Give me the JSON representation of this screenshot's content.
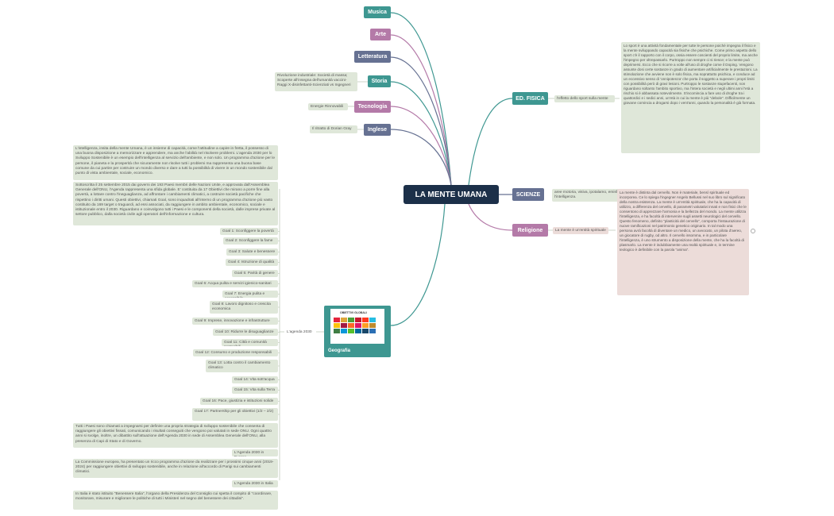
{
  "central": {
    "title": "LA MENTE UMANA"
  },
  "topics": {
    "musica": "Musica",
    "arte": "Arte",
    "letteratura": "Letteratura",
    "storia": "Storia",
    "tecnologia": "Tecnologia",
    "inglese": "Inglese",
    "edfisica": "ED. FISICA",
    "scienze": "SCIENZE",
    "religione": "Religione",
    "geografia": "Geografia"
  },
  "subs": {
    "storia": "Rivoluzione industriale: Società di massa; Scoperte all'insegna dell'umanità vaccini-Raggi X-disinfettanti-Scienziati vs Ingegneri",
    "tecnologia": "Energie Rinnovabili",
    "inglese": "Il ritratto di Dorian Gray",
    "edfisica_label": "l'effetto dello sport sulla mente",
    "edfisica_text": "Lo sport è una attività fondamentale per tutte le persone poiché impegna il fisico e la mente sviluppando capacità sia fisiche che psichiche. Come primo aspetto dello sport c'è il rapporto con il corpo, ossia essere coscienti del proprio limite, ma anche l'impegno per oltrepassarlo. Purtroppo non sempre ci si riesce; e la mente può deprimersi. Ecco che si ricorre a volte all'uso di droghe come il Doping. Vengono assunte dosi certe sostanze in grado di aumentare artificialmente le prestazioni. La stimolazione che avviene non è solo fisica, ma soprattutto psichica, e conduce ad un eccessivo senso di 'onnipotenza' che porta il soggetto a superare i propri limiti con possibilità però di gravi lesioni. Purtroppo le sostanze stupefacenti, non riguardano soltanto l'ambito sportivo, ma l'intera società e negli ultimi anni l'età a rischio si è abbassata notevolmente. S'incomincia a fare uso di droghe tra i quattordici e i sedici anni, un'età in cui la mente è più \"debole\". Difficilmente un giovane comincia a drogarsi dopo i vent'anni, quando la personalità è già formata.",
    "scienze": "aree motoria, visiva, ipotalamo, emisferi, l'intelligenza.",
    "religione_label": "La mente è un'entità spirituale",
    "religione_text": "La mente è distinta dal cervello. Non è materiale, bensì spirituale ed incorporea. Ce lo spiega l'ingegner Angelo Bellussi nel suo libro sul significato della nostra esistenza. La mente è un'entità spirituale, che ha la capacità di utilizzo, a differenza del cervello, di parametri valutativi innati e non fisici che le consentono di apprezzare l'armonia e la bellezza del mondo. La mente utilizza l'intelligenza, e ha facoltà di intervenire sugli assetti neurologici del cervello. Questo fenomeno, definito \"plasticità del cervello\", comporta l'instaurazione di nuove ramificazioni nel patrimonio genetico originario. In tal modo una persona avrà facoltà di diventare un medico, un avvocato, un pilota d'aereo, un giocatore di rugby, od altro. Il cervello insomma, e in particolare l'intelligenza, è uno strumento a disposizione della mente, che ha la facoltà di plasmarlo. La mente è indubbiamente una realtà spirituale e, in termine teologico è definibile con la parola \"anima\".",
    "intro1": "L'intelligenza, insita della mente Umana, è un insieme di capacità, come l'attitudine a capire in fretta, il possesso di una buona disposizione a memorizzare e apprendere, ma anche l'abilità nel risolvere problemi. L'agenda 2030 per lo Sviluppo Sostenibile è un esempio dell'intelligenza al servizio dell'ambiente, e non solo. Un programma d'azione per le persone, il pianeta e la prosperità che sicuramente non risolve tutti i problemi ma rappresenta una buona base comune da cui partire per costruire un mondo diverso e dare a tutti la possibilità di vivere in un mondo sostenibile dal punto di vista ambientale, sociale, economico.",
    "intro2": "Sottoscritta il 25 settembre 2015 dai governi dei 193 Paesi membri delle Nazioni Unite, e approvata dall'Assemblea Generale dell'ONU, l'Agenda rappresenta una sfida globale. E' costituita da 17 Obiettivi che mirano a porre fine alla povertà, a lottare contro l'ineguaglianza, ad affrontare i cambiamenti climatici, a costruire società pacifiche che rispettino i diritti umani. Questi obiettivi, chiamati Goal, sono inquadrati all'interno di un programma d'azione più vasto costituito da 169 target o traguardi, ad essi associati, da raggiungere in ambito ambientale, economico, sociale e istituzionale entro il 2030. Riguardano e coinvolgono tutti i Paesi e le componenti della società, dalle imprese private al settore pubblico, dalla società civile agli operatori dell'informazione e cultura.",
    "agenda": "L'agenda 2030",
    "goals": [
      "Goal 1: Sconfiggere la povertà",
      "Goal 2: Sconfiggere la fame",
      "Goal 3: Salute e benessere",
      "Goal 4: Istruzione di qualità",
      "Goal 5: Parità di genere",
      "Goal 6: Acqua pulita e servizi igienico-sanitari",
      "Goal 7: Energia pulita e accessibile",
      "Goal 8: Lavoro dignitoso e crescita economica",
      "Goal 9: Imprese, innovazione e infrastrutture",
      "Goal 10: Ridurre le disuguaglianze",
      "Goal 11: Città e comunità sostenibili",
      "Goal 12: Consumo e produzione responsabili",
      "Goal 13: Lotta contro il cambiamento climatico",
      "Goal 14: Vita sott'acqua",
      "Goal 15: Vita sulla Terra",
      "Goal 16: Pace, giustizia e istituzioni solide",
      "Goal 17: Partnership per gli obiettivi (1/2 – 2/2)"
    ],
    "europa_text": "Tutti i Paesi sono chiamati a impegnarsi per definire una propria strategia di sviluppo sostenibile che consenta di raggiungere gli obiettivi fissati, comunicando i risultati conseguiti che vengono poi valutati in sede ONU. Ogni quattro anni si svolge, inoltre, un dibattito sull'attuazione dell'Agenda 2030 in sede di Assemblea Generale dell'ONU, alla presenza di Capi di Stato e di Governo.",
    "europa_label": "L'Agenda 2030 in Europa",
    "italia_text": "La Commissione europea, ha presentato un ricco programma d'azione da realizzare per i prossimi cinque anni (2019-2024) per raggiungere obiettivi di sviluppo sostenibile, anche in relazione all'accordo di Parigi sui cambiamenti climatici.",
    "italia_label": "L'Agenda 2030 in Italia",
    "benessere": "In Italia è stato istituito \"Benessere Italia\", l'organo della Presidenza del Consiglio cui spetta il compito di \"coordinare, monitorare, misurare e migliorare le politiche di tutti i Ministeri nel segno del benessere dei cittadini\"."
  },
  "geografia_image": {
    "header": "OBIETTIVI GLOBALI"
  },
  "colors": {
    "central": "#1c3049",
    "musica": "#3e9791",
    "arte": "#b47aa8",
    "letteratura": "#667192",
    "storia": "#3e9791",
    "tecnologia": "#b47aa8",
    "inglese": "#667192",
    "edfisica": "#3e9791",
    "scienze": "#667192",
    "religione": "#b47aa8",
    "geografia": "#3e9791"
  }
}
